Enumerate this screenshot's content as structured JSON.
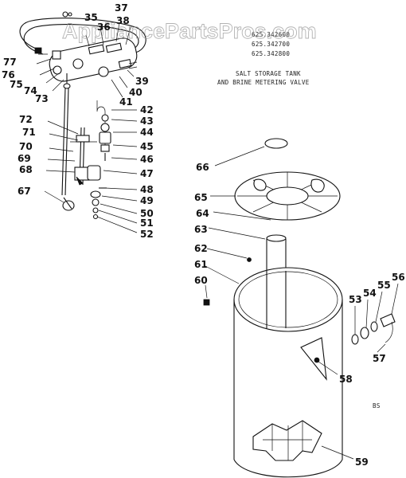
{
  "watermark": "AppliancePartsPros.com",
  "header": {
    "model_numbers": [
      "625.342600",
      "625.342700",
      "625.342800"
    ],
    "title_line1": "SALT STORAGE TANK",
    "title_line2": "AND BRINE METERING VALVE"
  },
  "code": "BS",
  "parts": {
    "p35": "35",
    "p36": "36",
    "p37": "37",
    "p38": "38",
    "p39": "39",
    "p40": "40",
    "p41": "41",
    "p42": "42",
    "p43": "43",
    "p44": "44",
    "p45": "45",
    "p46": "46",
    "p47": "47",
    "p48": "48",
    "p49": "49",
    "p50": "50",
    "p51": "51",
    "p52": "52",
    "p53": "53",
    "p54": "54",
    "p55": "55",
    "p56": "56",
    "p57": "57",
    "p58": "58",
    "p59": "59",
    "p60": "60",
    "p61": "61",
    "p62": "62",
    "p63": "63",
    "p64": "64",
    "p65": "65",
    "p66": "66",
    "p67": "67",
    "p68": "68",
    "p69": "69",
    "p70": "70",
    "p71": "71",
    "p72": "72",
    "p73": "73",
    "p74": "74",
    "p75": "75",
    "p76": "76",
    "p77": "77"
  }
}
